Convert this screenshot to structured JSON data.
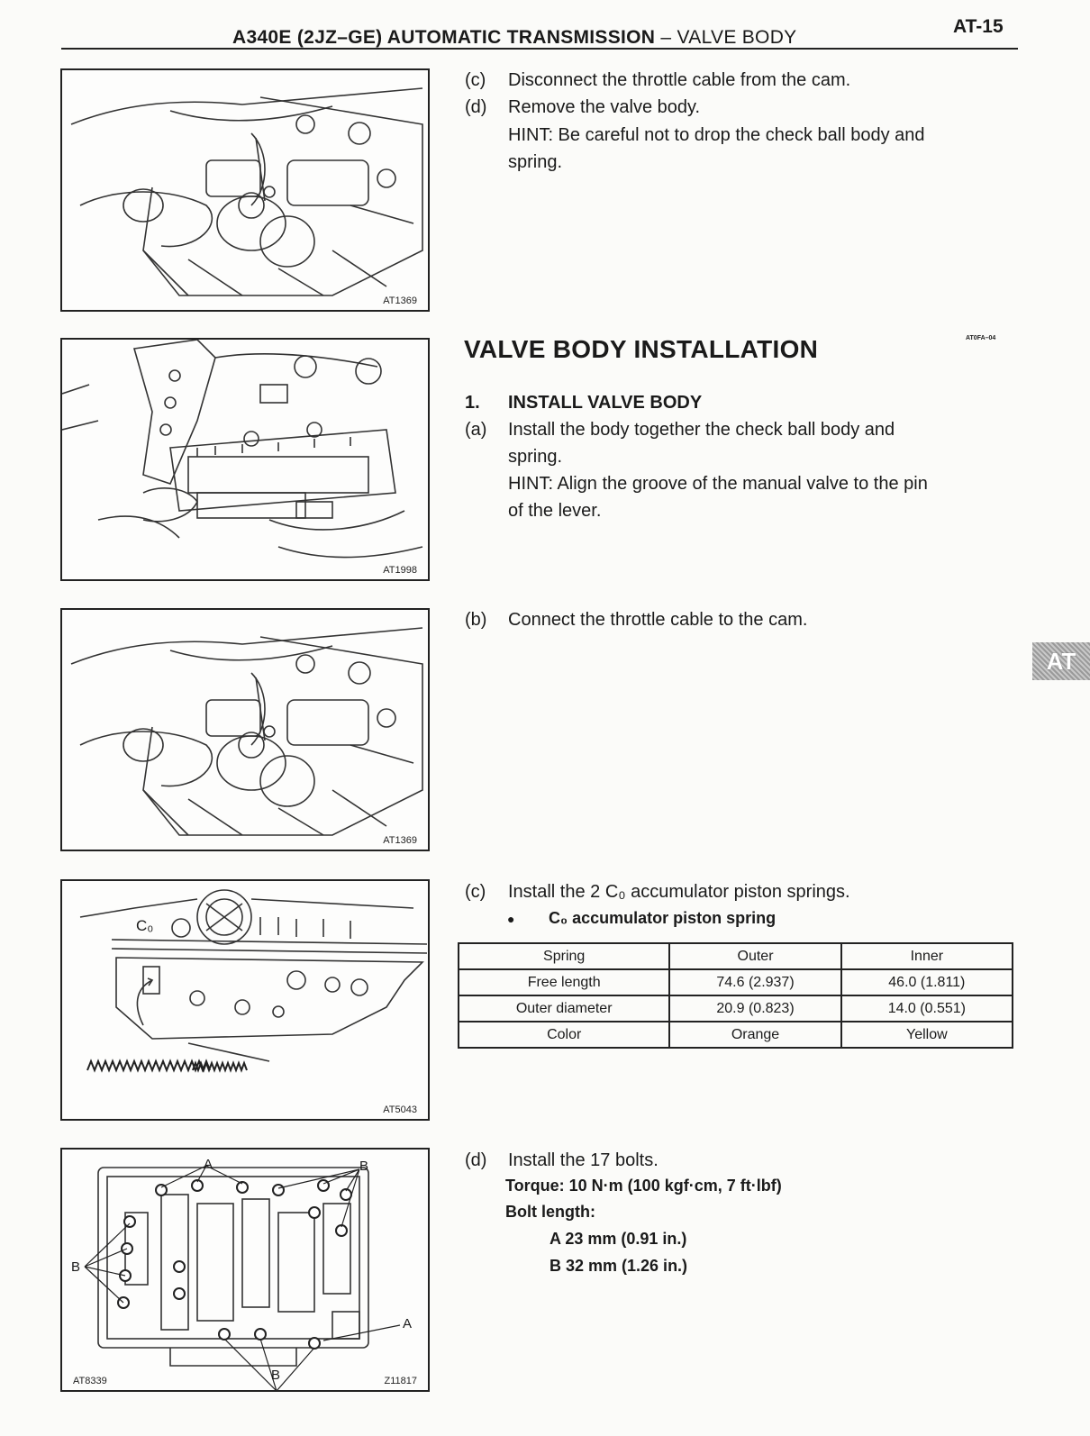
{
  "header": {
    "title_main": "A340E (2JZ–GE) AUTOMATIC TRANSMISSION",
    "title_dash": " – ",
    "title_sub": "VALVE BODY",
    "page": "AT-15"
  },
  "figures": {
    "fig1_code": "AT1369",
    "fig2_code": "AT1998",
    "fig3_code": "AT1369",
    "fig4_code": "AT5043",
    "fig4_label": "C₀",
    "fig5_code_left": "AT8339",
    "fig5_code_right": "Z11817",
    "fig5_label_a": "A",
    "fig5_label_b": "B"
  },
  "removal": {
    "c_mark": "(c)",
    "c_text": "Disconnect the throttle cable from the cam.",
    "d_mark": "(d)",
    "d_text": "Remove the valve body.",
    "hint1": "HINT: Be careful not to drop the check ball body and",
    "hint2": "spring."
  },
  "installation": {
    "title": "VALVE BODY INSTALLATION",
    "code": "AT0FA–04",
    "step_num": "1.",
    "step_title": "INSTALL VALVE BODY",
    "a_mark": "(a)",
    "a_text1": "Install the body together the check ball body and",
    "a_text2": "spring.",
    "a_hint1": "HINT: Align the groove of the manual valve to the pin",
    "a_hint2": "of the lever.",
    "b_mark": "(b)",
    "b_text": "Connect the throttle cable to the cam.",
    "c_mark": "(c)",
    "c_text": "Install the 2 C₀ accumulator piston springs.",
    "bullet": "●",
    "bullet_text": "C₀ accumulator piston spring",
    "d_mark": "(d)",
    "d_text": "Install the 17 bolts.",
    "torque": "Torque: 10 N·m (100 kgf·cm, 7 ft·lbf)",
    "bolt_length": "Bolt length:",
    "bolt_a": "A 23 mm (0.91 in.)",
    "bolt_b": "B 32 mm (1.26 in.)"
  },
  "spring_table": {
    "headers": [
      "Spring",
      "Outer",
      "Inner"
    ],
    "rows": [
      [
        "Free length",
        "74.6 (2.937)",
        "46.0 (1.811)"
      ],
      [
        "Outer diameter",
        "20.9 (0.823)",
        "14.0 (0.551)"
      ],
      [
        "Color",
        "Orange",
        "Yellow"
      ]
    ]
  },
  "side_tab": "AT"
}
